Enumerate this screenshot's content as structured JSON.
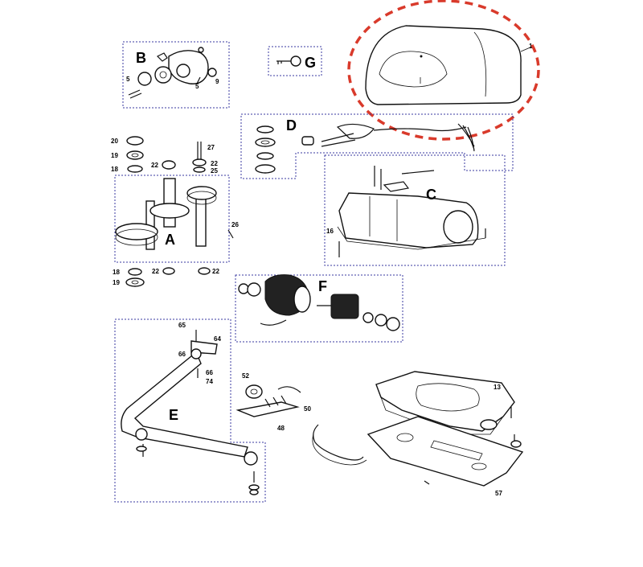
{
  "group_labels": {
    "a": "A",
    "b": "B",
    "c": "C",
    "d": "D",
    "e": "E",
    "f": "F",
    "g": "G"
  },
  "part_numbers": {
    "p1": "1",
    "p5a": "5",
    "p5b": "5",
    "p9": "9",
    "p13": "13",
    "p16": "16",
    "p18a": "18",
    "p18b": "18",
    "p19a": "19",
    "p19b": "19",
    "p20": "20",
    "p22a": "22",
    "p22b": "22",
    "p22c": "22",
    "p22d": "22",
    "p25": "25",
    "p26": "26",
    "p27": "27",
    "p48": "48",
    "p50": "50",
    "p52": "52",
    "p57": "57",
    "p64": "64",
    "p65": "65",
    "p66a": "66",
    "p66b": "66",
    "p74": "74"
  },
  "highlight": {
    "target": "cover",
    "color": "#d93a2b"
  }
}
